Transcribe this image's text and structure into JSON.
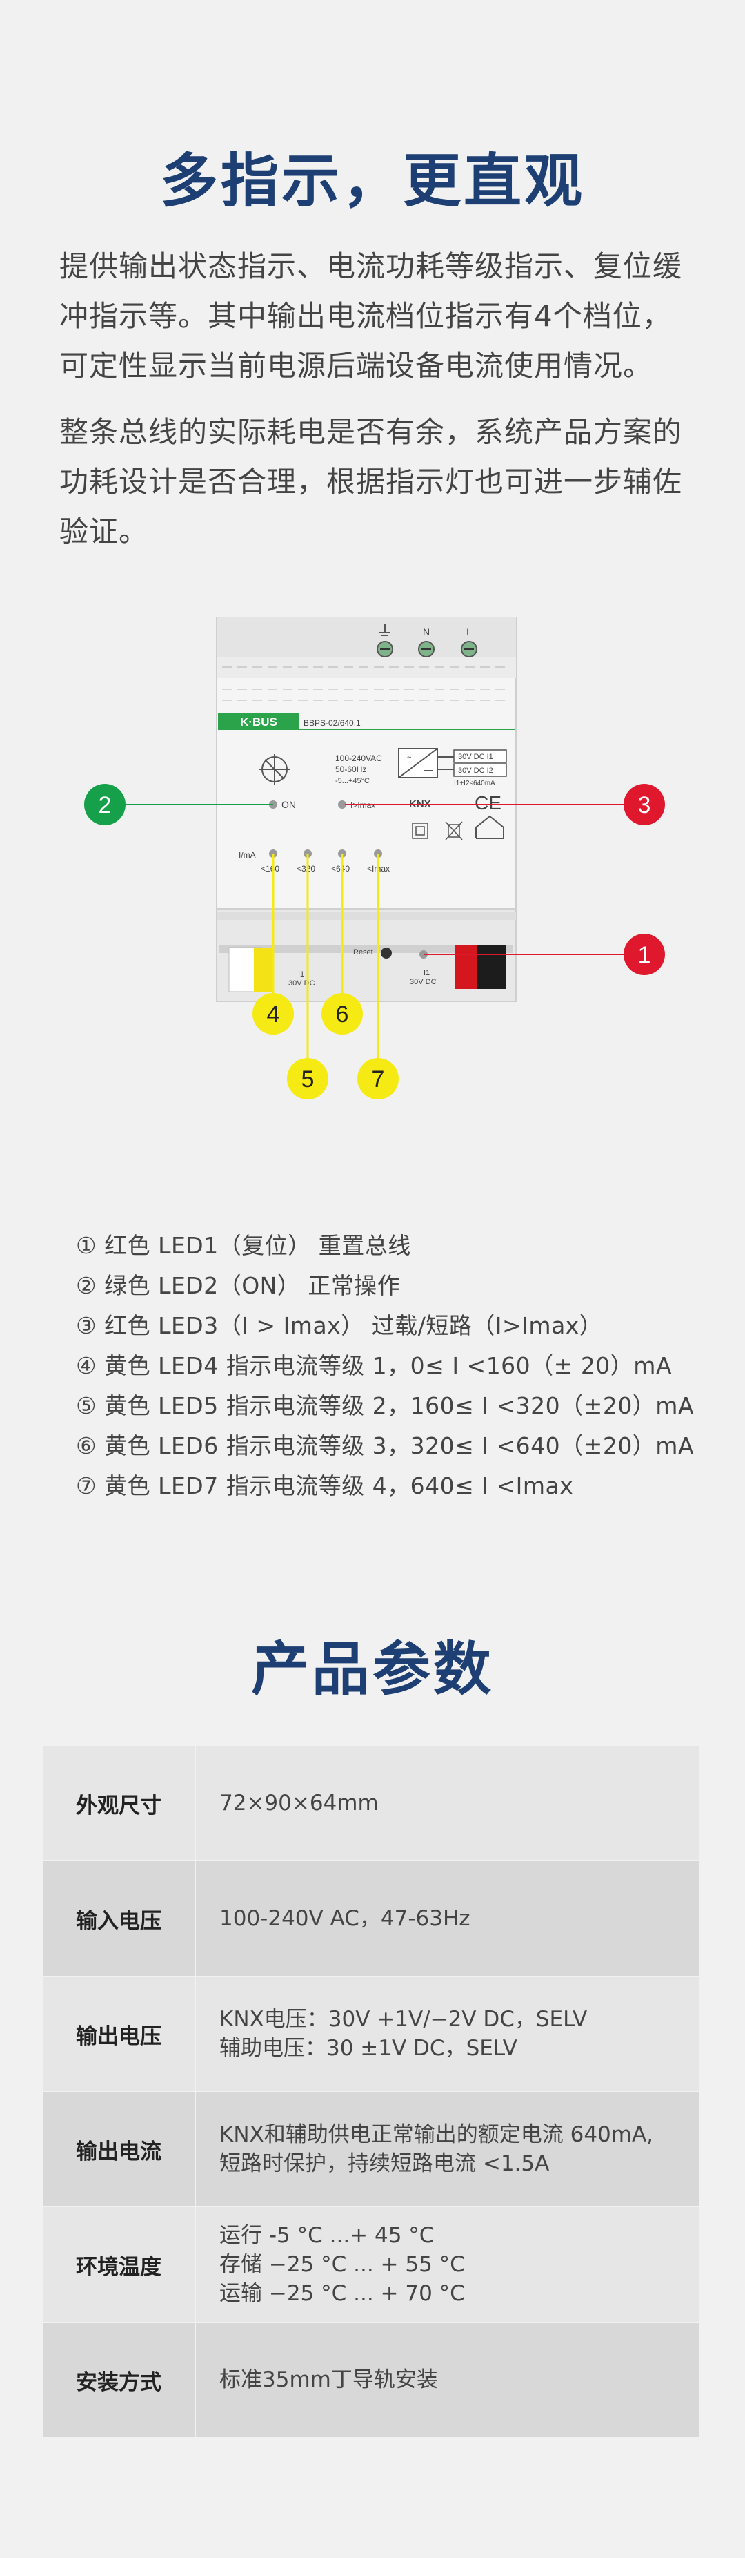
{
  "section1": {
    "title": "多指示，更直观",
    "para1": "提供输出状态指示、电流功耗等级指示、复位缓冲指示等。其中输出电流档位指示有4个档位，可定性显示当前电源后端设备电流使用情况。",
    "para2": "整条总线的实际耗电是否有余，系统产品方案的功耗设计是否合理，根据指示灯也可进一步辅佐验证。"
  },
  "device": {
    "brand": "K·BUS",
    "model": "BBPS-02/640.1",
    "spec_lines": [
      "100-240VAC",
      "50-60Hz",
      "-5...+45°C"
    ],
    "dc_lines": [
      "30V DC I1",
      "30V DC I2",
      "I1+I2≤640mA"
    ],
    "terminal_labels": [
      "N",
      "L"
    ],
    "on_label": "ON",
    "imax_label": "I>Imax",
    "ima_label": "I/mA",
    "level_labels": [
      "<160",
      "<320",
      "<640",
      "<Imax"
    ],
    "reset_label": "Reset",
    "out_left": [
      "I1",
      "30V DC"
    ],
    "out_right": [
      "I1",
      "30V DC"
    ],
    "knx_mark": "KNX",
    "ce_mark": "CE",
    "callouts": [
      {
        "num": "1",
        "color": "#e0182d"
      },
      {
        "num": "2",
        "color": "#16a04a"
      },
      {
        "num": "3",
        "color": "#e0182d"
      },
      {
        "num": "4",
        "color": "#f5ea14"
      },
      {
        "num": "5",
        "color": "#f5ea14"
      },
      {
        "num": "6",
        "color": "#f5ea14"
      },
      {
        "num": "7",
        "color": "#f5ea14"
      }
    ]
  },
  "legend": [
    "①  红色 LED1（复位） 重置总线",
    "②  绿色 LED2（ON） 正常操作",
    "③  红色 LED3（I > Imax） 过载/短路（I>Imax）",
    "④  黄色 LED4 指示电流等级 1，0≤ I <160（± 20）mA",
    "⑤  黄色 LED5 指示电流等级 2，160≤ I <320（±20）mA",
    "⑥  黄色 LED6 指示电流等级 3，320≤ I <640（±20）mA",
    "⑦  黄色 LED7 指示电流等级 4，640≤ I <Imax"
  ],
  "section2": {
    "title": "产品参数"
  },
  "specs": [
    {
      "key": "外观尺寸",
      "lines": [
        "72×90×64mm"
      ]
    },
    {
      "key": "输入电压",
      "lines": [
        "100-240V AC，47-63Hz"
      ]
    },
    {
      "key": "输出电压",
      "lines": [
        "KNX电压：30V +1V/−2V DC，SELV",
        "辅助电压：30 ±1V DC，SELV"
      ]
    },
    {
      "key": "输出电流",
      "lines": [
        "KNX和辅助供电正常输出的额定电流 640mA,",
        "短路时保护，持续短路电流 <1.5A"
      ]
    },
    {
      "key": "环境温度",
      "lines": [
        "运行 -5 °C ...+ 45 °C",
        "存储 −25 °C ... + 55 °C",
        "运输 −25 °C ... + 70 °C"
      ]
    },
    {
      "key": "安装方式",
      "lines": [
        "标准35mm丁导轨安装"
      ]
    }
  ]
}
